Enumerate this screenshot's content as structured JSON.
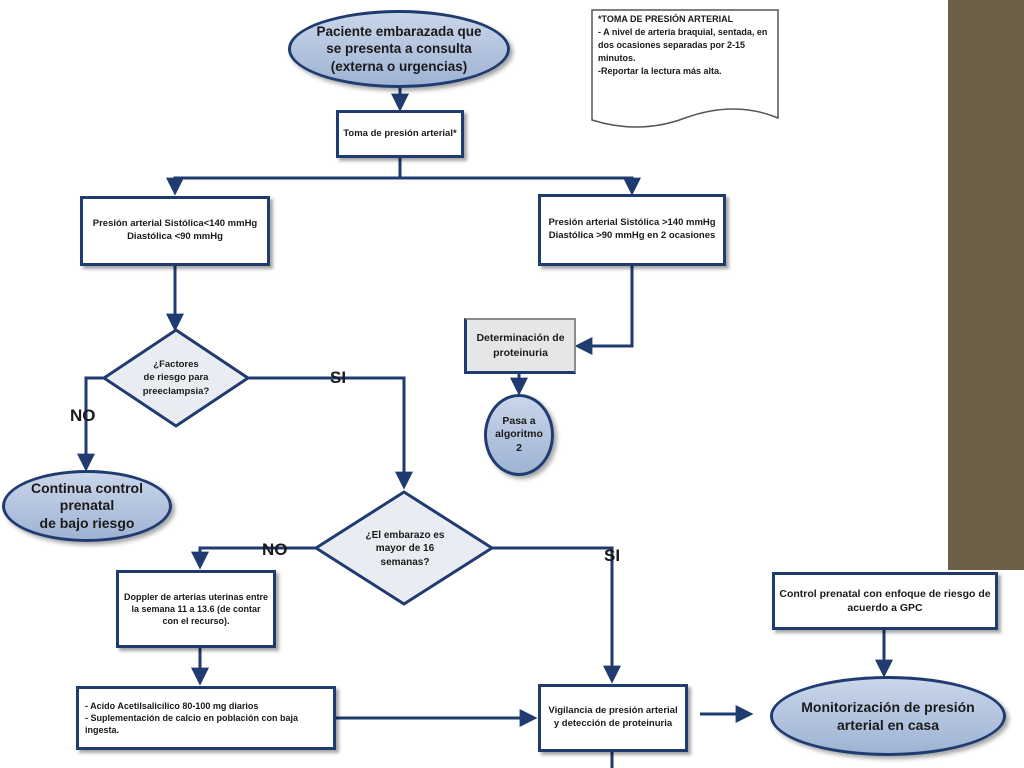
{
  "nodes": {
    "start": "Paciente embarazada que se presenta a consulta (externa o urgencias)",
    "bp_measure": "Toma de presión arterial*",
    "bp_normal": "Presión arterial Sistólica<140 mmHg\nDiastólica <90 mmHg",
    "bp_high": "Presión arterial Sistólica >140 mmHg\nDiastólica >90 mmHg  en 2 ocasiones",
    "proteinuria": "Determinación de proteinuria",
    "algorithm2": "Pasa a algoritmo 2",
    "risk_factors": "¿Factores\nde riesgo para\npreeclampsia?",
    "low_risk": "Continua control prenatal\nde bajo riesgo",
    "pregnancy_weeks": "¿El embarazo es\nmayor de 16\nsemanas?",
    "doppler": "Doppler de arterias uterinas entre la semana 11 a 13.6 (de contar con el recurso).",
    "treatment": "- Acido Acetilsalicílico 80-100 mg diarios\n- Suplementación de calcio en población con baja ingesta.",
    "surveillance": "Vigilancia de presión arterial y detección de proteinuria",
    "prenatal_gpc": "Control prenatal con enfoque de riesgo de acuerdo a GPC",
    "home_monitoring": "Monitorización de presión arterial  en casa"
  },
  "note": "*TOMA DE PRESIÓN ARTERIAL\n- A nivel de arteria braquial, sentada,  en dos ocasiones separadas por 2-15 minutos.\n-Reportar la  lectura más alta.",
  "labels": {
    "si_1": "SI",
    "no_1": "NO",
    "no_2": "NO",
    "si_2": "SI"
  },
  "colors": {
    "line": "#1f3b6f",
    "ellipse_fill": "#b4c4df",
    "side_panel": "#6b5f48"
  }
}
